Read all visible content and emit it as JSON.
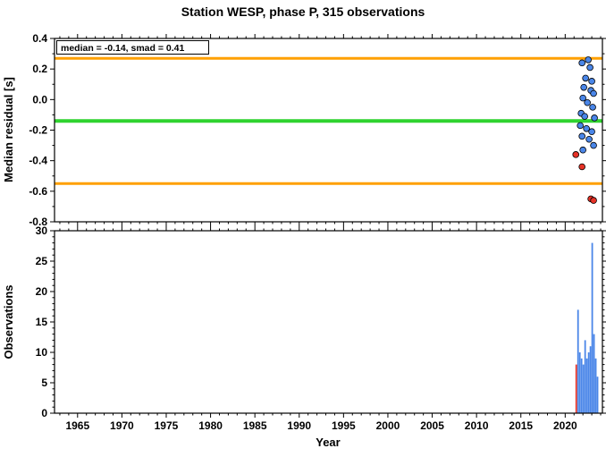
{
  "title": "Station WESP, phase P, 315 observations",
  "annotation": "median = -0.14, smad = 0.41",
  "stats": {
    "median": -0.14,
    "smad": 0.41,
    "observations": 315,
    "station": "WESP",
    "phase": "P"
  },
  "colors": {
    "median_line": "#2fd32f",
    "smad_line": "#ffa000",
    "accepted": "#4a86e8",
    "outlier": "#e63226",
    "axis": "#000000"
  },
  "chart_data": [
    {
      "type": "scatter",
      "panel": "residuals",
      "ylabel": "Median residual [s]",
      "xlim": [
        1962.4,
        2024.2
      ],
      "ylim": [
        -0.8,
        0.4
      ],
      "yticks": [
        0.4,
        0.2,
        0.0,
        -0.2,
        -0.4,
        -0.6,
        -0.8
      ],
      "ytick_labels": [
        "0.4",
        "0.2",
        "0.0",
        "-0.2",
        "-0.4",
        "-0.6",
        "-0.8"
      ],
      "y_minor_step": 0.1,
      "x_major_step": 5,
      "x_minor_step": 1,
      "show_x_labels": false,
      "grid": false,
      "hlines": [
        {
          "name": "smad-upper-line",
          "y": 0.27,
          "color_key": "smad_line",
          "width": 3
        },
        {
          "name": "median-line",
          "y": -0.14,
          "color_key": "median_line",
          "width": 4
        },
        {
          "name": "smad-lower-line",
          "y": -0.55,
          "color_key": "smad_line",
          "width": 3
        }
      ],
      "series": [
        {
          "name": "accepted",
          "color_key": "accepted",
          "points": [
            [
              2021.9,
              0.24
            ],
            [
              2022.6,
              0.26
            ],
            [
              2022.8,
              0.21
            ],
            [
              2022.3,
              0.14
            ],
            [
              2023.0,
              0.12
            ],
            [
              2022.1,
              0.08
            ],
            [
              2022.9,
              0.06
            ],
            [
              2023.2,
              0.04
            ],
            [
              2022.0,
              0.01
            ],
            [
              2022.5,
              -0.02
            ],
            [
              2023.1,
              -0.05
            ],
            [
              2021.8,
              -0.09
            ],
            [
              2022.2,
              -0.11
            ],
            [
              2023.3,
              -0.12
            ],
            [
              2021.7,
              -0.17
            ],
            [
              2022.4,
              -0.19
            ],
            [
              2023.0,
              -0.21
            ],
            [
              2021.9,
              -0.24
            ],
            [
              2022.7,
              -0.26
            ],
            [
              2023.2,
              -0.3
            ],
            [
              2022.0,
              -0.33
            ]
          ]
        },
        {
          "name": "outliers",
          "color_key": "outlier",
          "points": [
            [
              2021.2,
              -0.36
            ],
            [
              2021.9,
              -0.44
            ],
            [
              2022.9,
              -0.65
            ],
            [
              2023.2,
              -0.66
            ]
          ]
        }
      ]
    },
    {
      "type": "bar",
      "panel": "observations",
      "ylabel": "Observations",
      "xlabel": "Year",
      "xlim": [
        1962.4,
        2024.2
      ],
      "ylim": [
        0,
        30
      ],
      "yticks": [
        0,
        5,
        10,
        15,
        20,
        25,
        30
      ],
      "ytick_labels": [
        "0",
        "5",
        "10",
        "15",
        "20",
        "25",
        "30"
      ],
      "y_minor_step": 1,
      "x_major_step": 5,
      "x_minor_step": 1,
      "show_x_labels": true,
      "grid": false,
      "xticks": [
        1965,
        1970,
        1975,
        1980,
        1985,
        1990,
        1995,
        2000,
        2005,
        2010,
        2015,
        2020
      ],
      "bar_width_years": 0.18,
      "bars": [
        {
          "x": 2021.25,
          "h": 8,
          "color_key": "outlier"
        },
        {
          "x": 2021.45,
          "h": 17,
          "color_key": "accepted"
        },
        {
          "x": 2021.65,
          "h": 10,
          "color_key": "accepted"
        },
        {
          "x": 2021.85,
          "h": 9,
          "color_key": "accepted"
        },
        {
          "x": 2022.05,
          "h": 8,
          "color_key": "accepted"
        },
        {
          "x": 2022.25,
          "h": 12,
          "color_key": "accepted"
        },
        {
          "x": 2022.45,
          "h": 9,
          "color_key": "accepted"
        },
        {
          "x": 2022.65,
          "h": 10,
          "color_key": "accepted"
        },
        {
          "x": 2022.85,
          "h": 11,
          "color_key": "accepted"
        },
        {
          "x": 2023.05,
          "h": 28,
          "color_key": "accepted"
        },
        {
          "x": 2023.25,
          "h": 13,
          "color_key": "accepted"
        },
        {
          "x": 2023.45,
          "h": 9,
          "color_key": "accepted"
        },
        {
          "x": 2023.65,
          "h": 6,
          "color_key": "accepted"
        }
      ]
    }
  ]
}
